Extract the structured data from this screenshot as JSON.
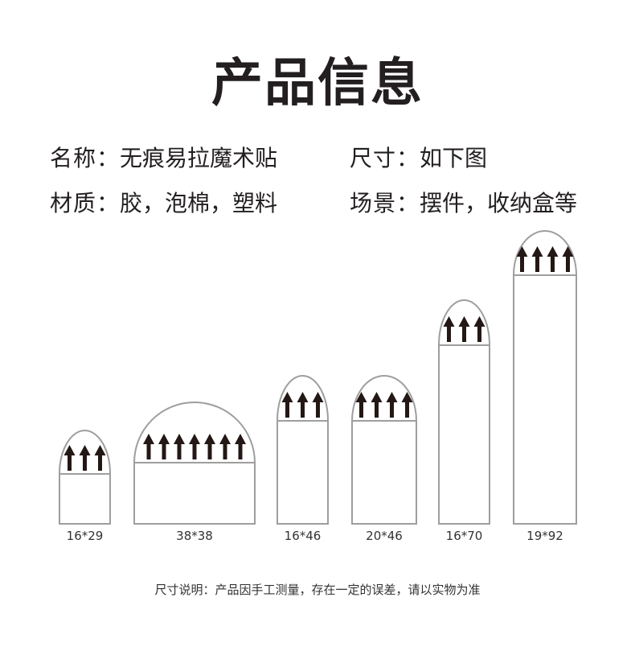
{
  "title": "产品信息",
  "info": {
    "name_label": "名称：",
    "name_value": "无痕易拉魔术贴",
    "size_label": "尺寸：",
    "size_value": "如下图",
    "material_label": "材质：",
    "material_value": "胶，泡棉，塑料",
    "scene_label": "场景：",
    "scene_value": "摆件，收纳盒等"
  },
  "products": [
    {
      "label": "16*29",
      "arrows": 3
    },
    {
      "label": "38*38",
      "arrows": 7
    },
    {
      "label": "16*46",
      "arrows": 3
    },
    {
      "label": "20*46",
      "arrows": 4
    },
    {
      "label": "16*70",
      "arrows": 3
    },
    {
      "label": "19*92",
      "arrows": 4
    }
  ],
  "footnote": "尺寸说明：产品因手工测量，存在一定的误差，请以实物为准",
  "colors": {
    "outline": "#9e9e9e",
    "arrow": "#231815",
    "text": "#231f20"
  }
}
